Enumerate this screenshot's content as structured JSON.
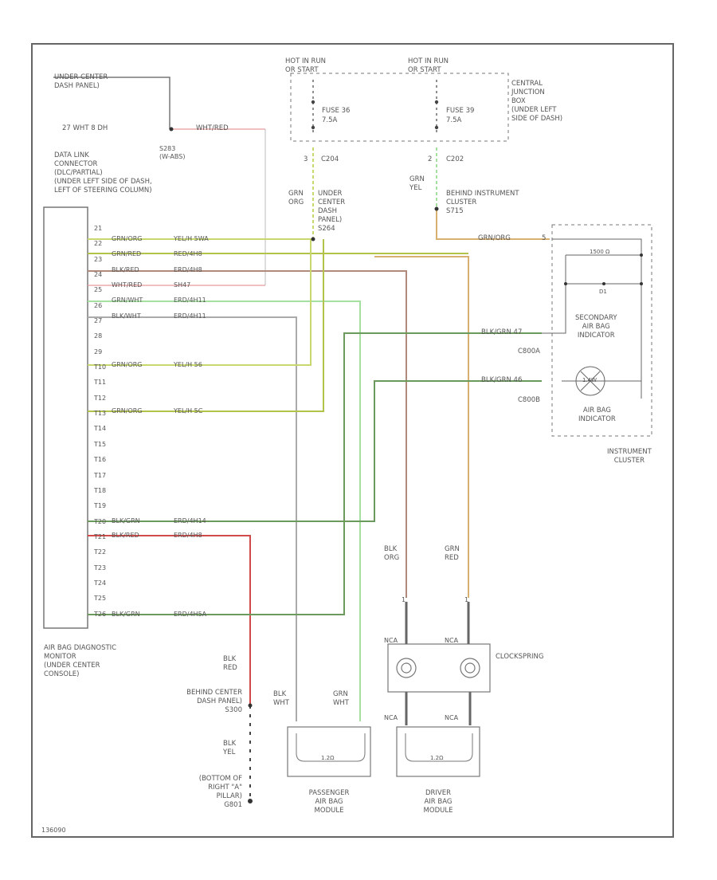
{
  "diagram": {
    "code": "136090",
    "hot_in_run_1": [
      "HOT IN RUN",
      "OR START"
    ],
    "hot_in_run_2": [
      "HOT IN RUN",
      "OR START"
    ],
    "fuse_1": [
      "FUSE 36",
      "7.5A"
    ],
    "fuse_2": [
      "FUSE 39",
      "7.5A"
    ],
    "central_jb": [
      "CENTRAL",
      "JUNCTION",
      "BOX",
      "(UNDER LEFT",
      "SIDE OF DASH)"
    ],
    "under_center_dash": [
      "UNDER CENTER",
      "DASH PANEL)"
    ],
    "wire_27": "27  WHT  8 DH",
    "wire_27_color": "WHT/RED",
    "splice_s283": [
      "S283",
      "(W-ABS)"
    ],
    "dlc_label": [
      "DATA LINK",
      "CONNECTOR",
      "(DLC/PARTIAL)",
      "(UNDER LEFT SIDE OF DASH,",
      "LEFT OF STEERING COLUMN)"
    ],
    "connector_c204": "C204",
    "connector_c202": "C202",
    "pin_c204": "3",
    "pin_c202": "2",
    "under_center_splice": [
      "UNDER",
      "CENTER",
      "DASH",
      "PANEL)",
      "S264"
    ],
    "wire_grn_org": [
      "GRN",
      "ORG"
    ],
    "wire_grn_yel": [
      "GRN",
      "YEL"
    ],
    "behind_ic": [
      "BEHIND INSTRUMENT",
      "CLUSTER",
      "S715"
    ],
    "ic_wire": "GRN/ORG",
    "ic_pin": "5",
    "ic_wire_1": "BLK/GRN  47",
    "ic_wire_2": "BLK/GRN  46",
    "c800a": "C800A",
    "c800b": "C800B",
    "ic_resistor": "1500 Ω",
    "ic_diode": "D1",
    "ic_secondary": [
      "SECONDARY",
      "AIR BAG",
      "INDICATOR"
    ],
    "ic_airbag": [
      "AIR BAG",
      "INDICATOR"
    ],
    "ic_lamp": "1.4W",
    "ic_label": [
      "INSTRUMENT",
      "CLUSTER"
    ],
    "module_pins": [
      "21",
      "22",
      "23",
      "24",
      "25",
      "26",
      "27",
      "28",
      "29",
      "T10",
      "T11",
      "T12",
      "T13",
      "T14",
      "T15",
      "T16",
      "T17",
      "T18",
      "T19",
      "T20",
      "T21",
      "T22",
      "T23",
      "T24",
      "T25",
      "T26"
    ],
    "pin_wires": [
      {
        "pin": "22",
        "code": "GRN/ORG",
        "desc": "YEL/H 5WA"
      },
      {
        "pin": "23",
        "code": "GRN/RED",
        "desc": "RED/4H8"
      },
      {
        "pin": "24",
        "code": "BLK/RED",
        "desc": "ERD/4H8"
      },
      {
        "pin": "25",
        "code": "WHT/RED",
        "desc": "SH47"
      },
      {
        "pin": "26",
        "code": "GRN/WHT",
        "desc": "ERD/4H11"
      },
      {
        "pin": "27",
        "code": "BLK/WHT",
        "desc": "ERD/4H11"
      },
      {
        "pin": "T10",
        "code": "GRN/ORG",
        "desc": "YEL/H 56"
      },
      {
        "pin": "T13",
        "code": "GRN/ORG",
        "desc": "YEL/H 5C"
      },
      {
        "pin": "T20",
        "code": "BLK/GRN",
        "desc": "ERD/4H14"
      },
      {
        "pin": "T21",
        "code": "BLK/RED",
        "desc": "ERD/4H8"
      },
      {
        "pin": "T26",
        "code": "BLK/GRN",
        "desc": "ERD/4H5A"
      }
    ],
    "module_label": [
      "AIR BAG DIAGNOSTIC",
      "MONITOR",
      "(UNDER CENTER",
      "CONSOLE)"
    ],
    "blk_org": [
      "BLK",
      "ORG"
    ],
    "grn_red": [
      "GRN",
      "RED"
    ],
    "conn_1": "1",
    "conn_2": "1",
    "nca_1": "NCA",
    "nca_2": "NCA",
    "clockspring": "CLOCKSPRING",
    "nca_3": "NCA",
    "nca_4": "NCA",
    "blk_red": [
      "BLK",
      "RED"
    ],
    "behind_center": [
      "BEHIND CENTER",
      "DASH PANEL)",
      "S300"
    ],
    "blk_wht": [
      "BLK",
      "WHT"
    ],
    "grn_wht": [
      "GRN",
      "WHT"
    ],
    "blk_yel": [
      "BLK",
      "YEL"
    ],
    "ground": [
      "(BOTTOM OF",
      "RIGHT \"A\"",
      "PILLAR)",
      "G801"
    ],
    "pass_module_text": "1.2Ω",
    "driver_module_text": "1.2Ω",
    "pass_module": [
      "PASSENGER",
      "AIR BAG",
      "MODULE"
    ],
    "driver_module": [
      "DRIVER",
      "AIR BAG",
      "MODULE"
    ]
  },
  "colors": {
    "frame": "#555555",
    "grn_org": "#c9d86e",
    "grn_red": "#b2c24a",
    "blk_red": "#b08a7a",
    "wht_red": "#e89a9a",
    "grn_wht": "#a6e0a0",
    "blk_wht": "#aaaaaa",
    "blk_grn": "#6c9a5c",
    "grn_yel": "#d8b070",
    "red": "#d04a4a"
  }
}
